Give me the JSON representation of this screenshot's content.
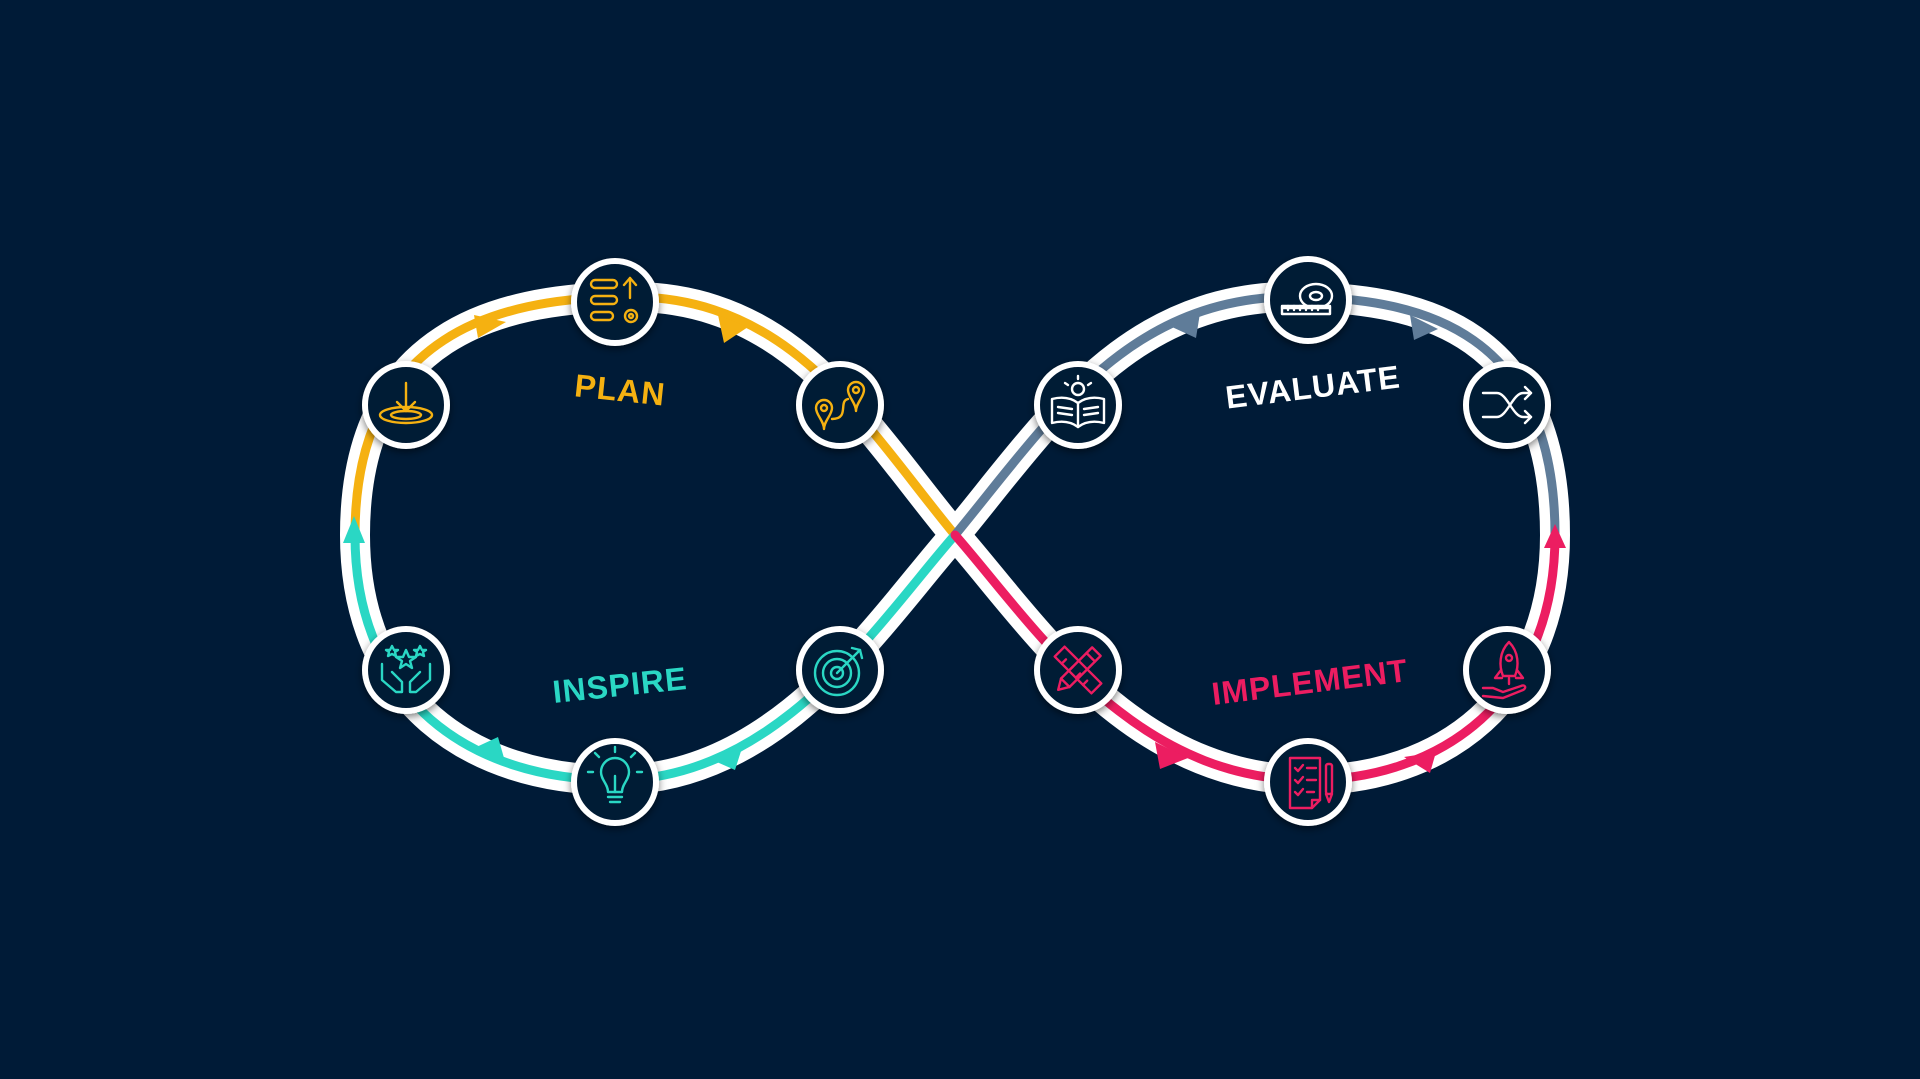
{
  "colors": {
    "background": "#001b37",
    "track": "#ffffff",
    "plan": "#f5b111",
    "inspire": "#2ad7c4",
    "evaluate": "#5f7c99",
    "implement": "#ec1d61"
  },
  "phases": {
    "plan": "PLAN",
    "inspire": "INSPIRE",
    "evaluate": "EVALUATE",
    "implement": "IMPLEMENT"
  },
  "icons": {
    "plan_left": "download-target-icon",
    "plan_top": "task-list-settings-icon",
    "plan_right": "route-map-pin-icon",
    "inspire_right": "target-arrow-icon",
    "inspire_bottom": "lightbulb-icon",
    "inspire_left": "hands-stars-icon",
    "evaluate_left": "open-book-idea-icon",
    "evaluate_top": "measuring-tape-icon",
    "evaluate_right": "shuffle-arrows-icon",
    "implement_left": "pencil-ruler-icon",
    "implement_bottom": "checklist-icon",
    "implement_right": "rocket-launch-icon"
  }
}
